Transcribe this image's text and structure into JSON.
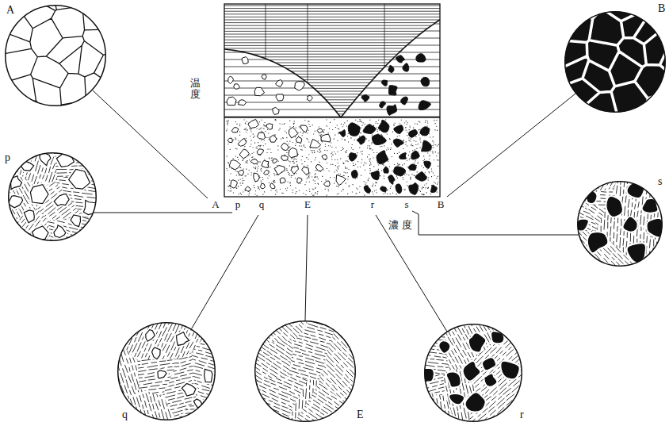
{
  "diagram": {
    "nodes": [
      {
        "text": [
          "A"
        ]
      },
      {
        "text": [
          "p"
        ]
      },
      {
        "text": [
          "q"
        ]
      },
      {
        "text": [
          "E"
        ]
      },
      {
        "text": [
          "r"
        ]
      },
      {
        "text": [
          "s"
        ]
      },
      {
        "text": [
          "B"
        ]
      }
    ],
    "labels": [
      "温度",
      "A",
      "p",
      "q",
      "E",
      "r",
      "s",
      "B",
      "濃度"
    ]
  }
}
